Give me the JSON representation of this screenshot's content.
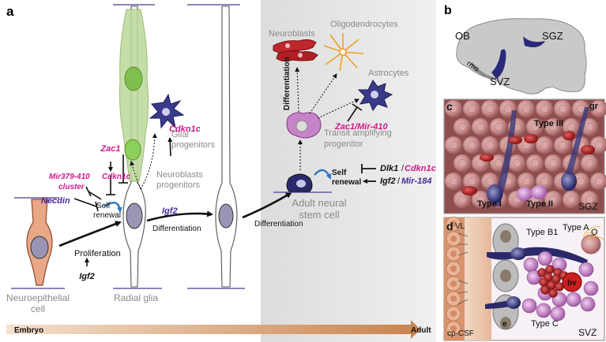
{
  "panel_a": {
    "letter": "a",
    "cells": {
      "neuroepithelial": [
        "Neuroepithelial",
        "cell"
      ],
      "radial_glia": "Radial glia",
      "glial_progenitors": [
        "Glial",
        "progenitors"
      ],
      "neuroblast_progenitors": [
        "Neuroblasts",
        "progenitors"
      ],
      "neuroblasts": "Neuroblasts",
      "oligodendrocytes": "Oligodendrocytes",
      "astrocytes": "Astrocytes",
      "transit_amplifying": [
        "Transit amplifying",
        "progenitor"
      ],
      "adult_nsc": [
        "Adult neural",
        "stem cell"
      ]
    },
    "processes": {
      "proliferation": "Proliferation",
      "self_renewal": [
        "Self",
        "renewal"
      ],
      "differentiation": "Differentiation",
      "self_renewal_adult": [
        "Self",
        "renewal"
      ]
    },
    "genes": {
      "igf2_a": "Igf2",
      "necdin": "Necdin",
      "mir379": [
        "Mir379-410",
        "cluster"
      ],
      "cdkn1c_a": "Cdkn1c",
      "zac1": "Zac1",
      "cdkn1c_glial": "Cdkn1c",
      "igf2_b": "Igf2",
      "zac1_mir410": "Zac1/Mir-410",
      "dlk1": "Dlk1",
      "cdkn1c_adult": "Cdkn1c",
      "igf2_adult": "Igf2",
      "mir184": "Mir-184"
    },
    "timeline": {
      "start": "Embryo",
      "end": "Adult"
    },
    "colors": {
      "magenta": "#d4198a",
      "purple": "#4a2a9a",
      "gray_text": "#8a8a8a"
    }
  },
  "panel_b": {
    "letter": "b",
    "labels": {
      "ob": "OB",
      "rms": "rms",
      "svz": "SVZ",
      "sgz": "SGZ"
    }
  },
  "panel_c": {
    "letter": "c",
    "labels": {
      "gr": "gr",
      "type3": "Type III",
      "type1": "Type I",
      "type2": "Type II",
      "region": "SGZ"
    }
  },
  "panel_d": {
    "letter": "d",
    "labels": {
      "vl": "VL",
      "typeB1": "Type B1",
      "typeA": "Type A",
      "o": "O",
      "bv": "bv",
      "e": "e",
      "typeC": "Type C",
      "cpcsf": "cp-CSF",
      "region": "SVZ"
    }
  }
}
